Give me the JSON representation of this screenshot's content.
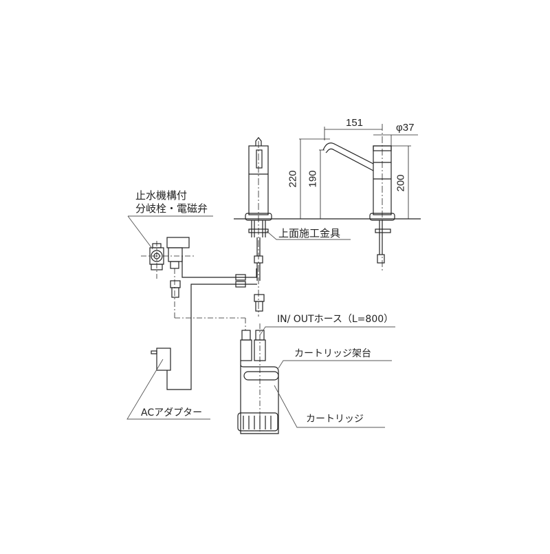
{
  "labels": {
    "shutoff_line1": "止水機構付",
    "shutoff_line2": "分岐栓・電磁弁",
    "top_mount": "上面施工金具",
    "hose": "IN/ OUTホース（L=800）",
    "cartridge_stand": "カートリッジ架台",
    "cartridge": "カートリッジ",
    "ac_adapter": "ACアダプター"
  },
  "dimensions": {
    "spout_reach": "151",
    "body_diameter": "φ37",
    "spout_height_top": "220",
    "spout_outlet_height": "190",
    "body_height": "200"
  },
  "colors": {
    "line": "#222222",
    "leader": "#555555",
    "background": "#ffffff"
  }
}
